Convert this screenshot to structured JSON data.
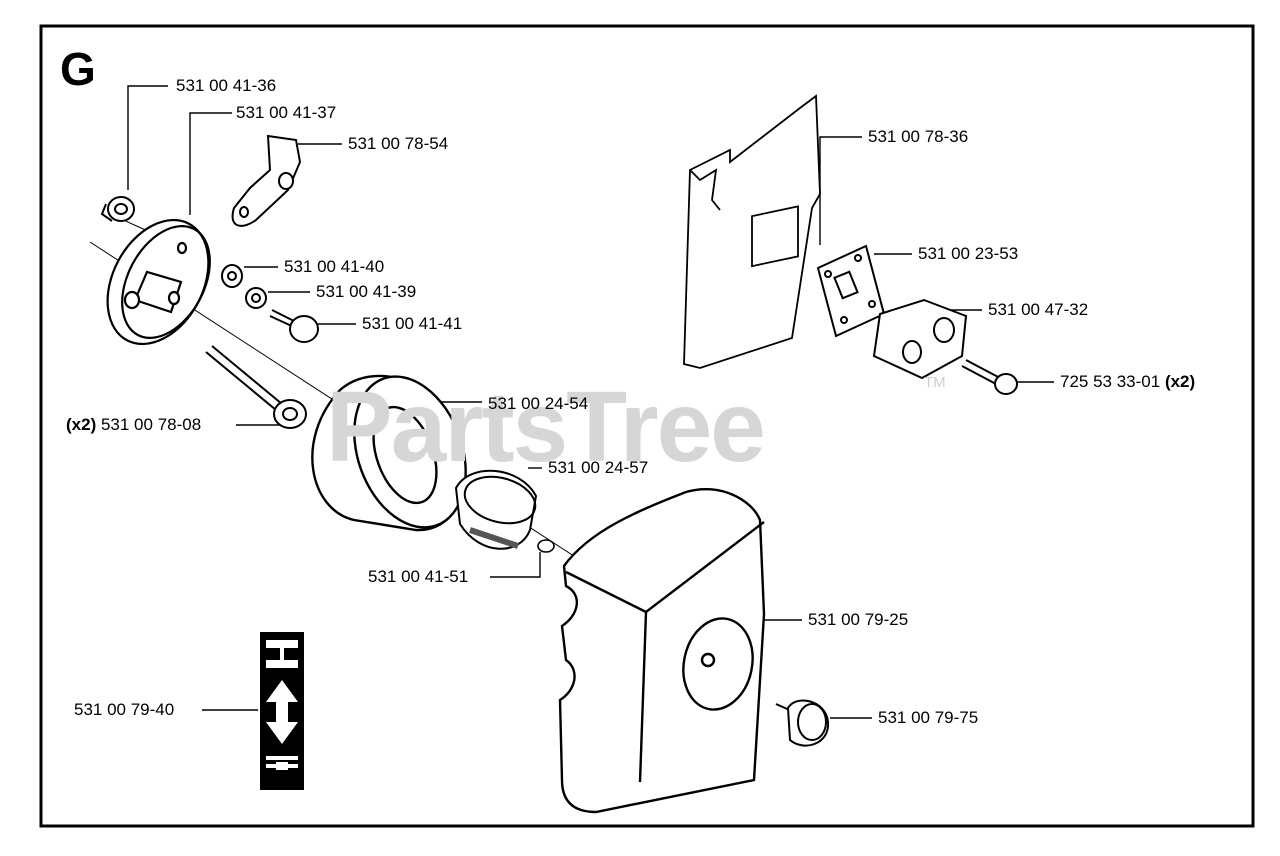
{
  "diagram": {
    "section_letter": "G",
    "watermark": "PartsTree",
    "watermark_tm": "TM",
    "qty_prefix": "(x2)",
    "parts": [
      {
        "id": "p1",
        "number": "531 00 41-36"
      },
      {
        "id": "p2",
        "number": "531 00 41-37"
      },
      {
        "id": "p3",
        "number": "531 00 78-54"
      },
      {
        "id": "p4",
        "number": "531 00 78-36"
      },
      {
        "id": "p5",
        "number": "531 00 23-53"
      },
      {
        "id": "p6",
        "number": "531 00 41-40"
      },
      {
        "id": "p7",
        "number": "531 00 41-39"
      },
      {
        "id": "p8",
        "number": "531 00 47-32"
      },
      {
        "id": "p9",
        "number": "531 00 41-41"
      },
      {
        "id": "p10",
        "number": "725 53 33-01",
        "qty": "(x2)"
      },
      {
        "id": "p11",
        "number": "531 00 24-54"
      },
      {
        "id": "p12",
        "number": "531 00 78-08",
        "qty": "(x2)"
      },
      {
        "id": "p13",
        "number": "531 00 24-57"
      },
      {
        "id": "p14",
        "number": "531 00 41-51"
      },
      {
        "id": "p15",
        "number": "531 00 79-25"
      },
      {
        "id": "p16",
        "number": "531 00 79-40"
      },
      {
        "id": "p17",
        "number": "531 00 79-75"
      }
    ]
  }
}
